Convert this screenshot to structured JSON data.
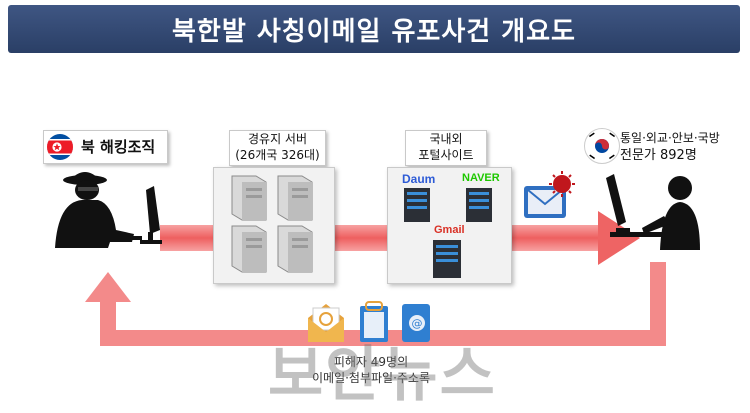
{
  "title": "북한발 사칭이메일 유포사건 개요도",
  "nodes": {
    "hacker": {
      "label": "북 해킹조직",
      "icon": "north-korea-flag-icon"
    },
    "servers": {
      "label_line1": "경유지 서버",
      "label_line2": "(26개국 326대)"
    },
    "portals": {
      "label_line1": "국내외",
      "label_line2": "포털사이트",
      "logos": [
        "Daum",
        "NAVER",
        "Gmail"
      ]
    },
    "experts": {
      "label_line1": "통일·외교·안보·국방",
      "label_line2": "전문가 892명",
      "icon": "south-korea-flag-icon"
    }
  },
  "return_flow": {
    "label_line1": "피해자 49명의",
    "label_line2": "이메일·첨부파일·주소록"
  },
  "watermark": "보안뉴스",
  "colors": {
    "arrow": "#f06d6d",
    "title_bg": "#34496f",
    "panel_bg": "#f2f2f2"
  }
}
